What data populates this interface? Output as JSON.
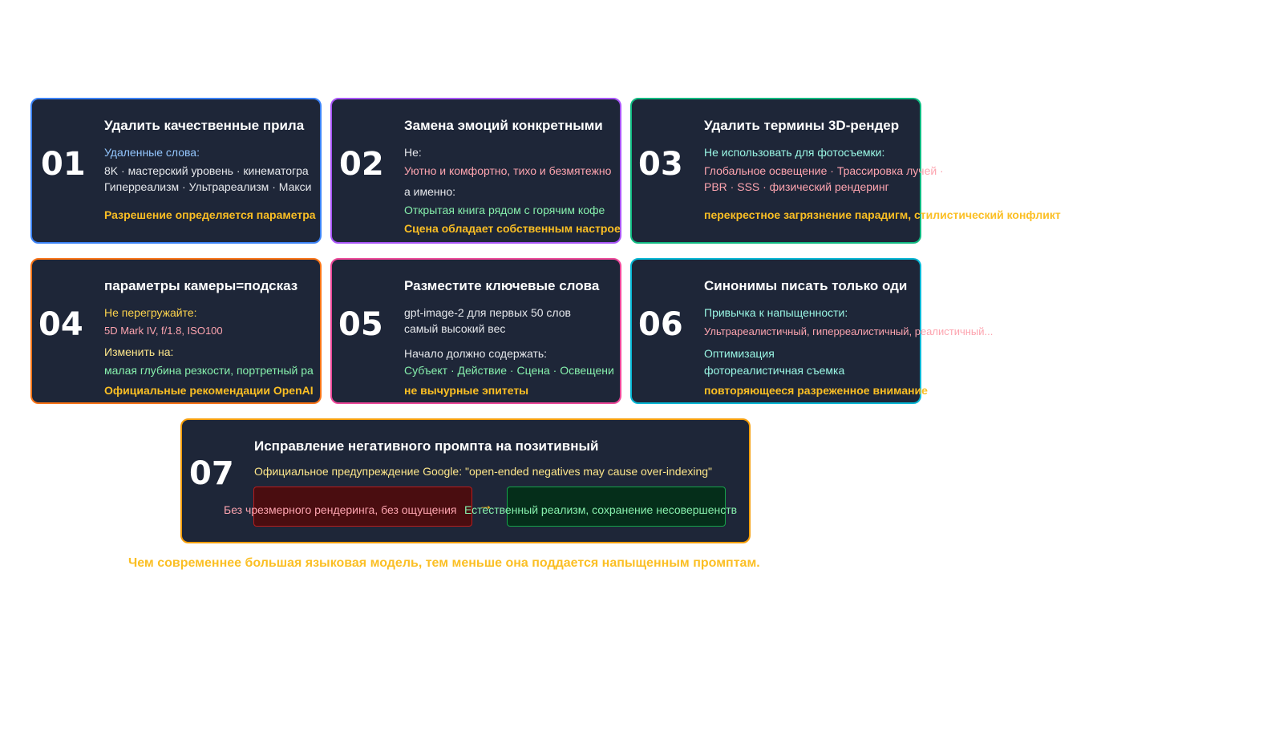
{
  "cards": [
    {
      "num": "01",
      "title": "Удалить качественные прила",
      "label1": "Удаленные слова:",
      "text1": "8K · мастерский уровень · кинематогра",
      "text2": "Гиперреализм · Ультрареализм · Макси",
      "note": "Разрешение определяется параметра"
    },
    {
      "num": "02",
      "title": "Замена эмоций конкретными",
      "label1": "Не:",
      "text1": "Уютно и комфортно, тихо и безмятежно",
      "label2": "а именно:",
      "text2": "Открытая книга рядом с горячим кофе",
      "note": "Сцена обладает собственным настрое"
    },
    {
      "num": "03",
      "title": "Удалить термины 3D-рендер",
      "label1": "Не использовать для фотосъемки:",
      "text1": "Глобальное освещение · Трассировка лучей ·",
      "text2": "PBR · SSS · физический рендеринг",
      "note": "перекрестное загрязнение парадигм, стилистический конфликт"
    },
    {
      "num": "04",
      "title": "параметры камеры=подсказ",
      "label1": "Не перегружайте:",
      "text1": "5D Mark IV, f/1.8, ISO100",
      "label2": "Изменить на:",
      "text2": "малая глубина резкости, портретный ра",
      "note": "Официальные рекомендации OpenAI"
    },
    {
      "num": "05",
      "title": "Разместите ключевые слова",
      "text1": "gpt-image-2 для первых 50 слов",
      "text1b": "самый высокий вес",
      "label2": "Начало должно содержать:",
      "text2": "Субъект · Действие · Сцена · Освещени",
      "note": "не вычурные эпитеты"
    },
    {
      "num": "06",
      "title": "Синонимы писать только оди",
      "label1": "Привычка к напыщенности:",
      "text1": "Ультрареалистичный, гиперреалистичный, реалистичный...",
      "label2": "Оптимизация",
      "text2": "фотореалистичная съемка",
      "note": "повторяющееся разреженное внимание"
    },
    {
      "num": "07",
      "title": "Исправление негативного промпта на позитивный",
      "label1": "Официальное предупреждение Google: \"open-ended negatives may cause over-indexing\"",
      "bad": "Без чрезмерного рендеринга, без ощущения",
      "arrow": "→",
      "good": "Естественный реализм, сохранение несовершенств"
    }
  ],
  "footer": "Чем современнее большая языковая модель, тем меньше она поддается напыщенным промптам.",
  "colors": {
    "card_bg": "#1e2638",
    "border_01": "#3b82f6",
    "border_02": "#a855f7",
    "border_03": "#10b981",
    "border_04": "#f97316",
    "border_05": "#ec4899",
    "border_06": "#06b6d4",
    "border_07": "#f59e0b",
    "accent_yellow": "#fbbf24"
  }
}
